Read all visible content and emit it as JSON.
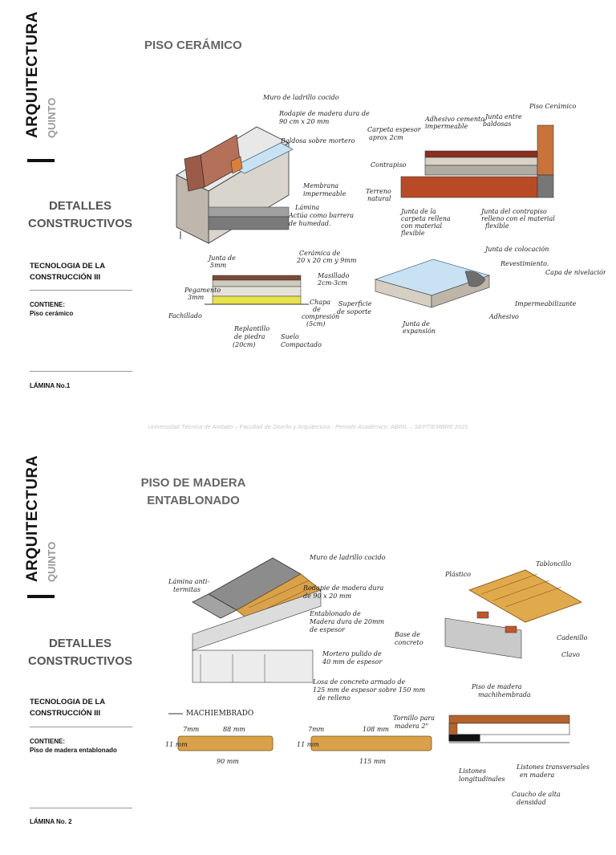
{
  "sheet1": {
    "vertical_title": "ARQUITECTURA",
    "vertical_subtitle": "QUINTO",
    "heading": "PISO CERÁMICO",
    "section_title": "DETALLES CONSTRUCTIVOS",
    "course": "TECNOLOGIA DE LA CONSTRUCCIÓN III",
    "contiene_label": "CONTIENE:",
    "contiene_value": "Piso cerámico",
    "lamina": "LÁMINA No.1",
    "labels": {
      "muro": "Muro de ladrillo cocido",
      "rodapie1": "Rodapie de madera dura de",
      "rodapie2": "90 cm x 20 mm",
      "baldosa": "Baldosa sobre mortero",
      "membrana1": "Membrana",
      "membrana2": "impermeable",
      "lamina1": "Lámina",
      "lamina2": "Actúa como barrera",
      "lamina3": "de humedad.",
      "adhesivo1": "Adhesivo cemento",
      "adhesivo2": "impermeable",
      "junta_baldosas1": "Junta entre",
      "junta_baldosas2": "baldosas",
      "piso_ceramico": "Piso Cerámico",
      "carpeta1": "Carpeta espesor",
      "carpeta2": "aprox 2cm",
      "contrapiso": "Contrapiso",
      "terreno1": "Terreno",
      "terreno2": "natural",
      "junta_carpeta1": "Junta de la",
      "junta_carpeta2": "carpeta rellena",
      "junta_carpeta3": "con material",
      "junta_carpeta4": "flexible",
      "junta_contrapiso1": "Junta del contrapiso",
      "junta_contrapiso2": "relleno con el material",
      "junta_contrapiso3": "flexible",
      "junta5_1": "Junta de",
      "junta5_2": "5mm",
      "ceramica1": "Cerámica de",
      "ceramica2": "20 x 20 cm y 9mm",
      "pegamento1": "Pegamento",
      "pegamento2": "3mm",
      "masillado1": "Masillado",
      "masillado2": "2cm-3cm",
      "fachillado": "Fachillado",
      "chapa1": "Chapa",
      "chapa2": "de",
      "chapa3": "compresión",
      "chapa4": "(5cm)",
      "replantillo1": "Replantillo",
      "replantillo2": "de piedra",
      "replantillo3": "(20cm)",
      "suelo1": "Suelo",
      "suelo2": "Compactado",
      "superficie1": "Superficie",
      "superficie2": "de soporte",
      "junta_expansion1": "Junta de",
      "junta_expansion2": "expansión",
      "junta_colocacion": "Junta de colocación",
      "revestimiento": "Revestimiento.",
      "capa_nivelacion": "Capa de nivelación",
      "impermeabilizante": "Impermeabilizante",
      "adhesivo_b": "Adhesivo"
    }
  },
  "footer": "Universidad Técnica de Ambato – Facultad de Diseño y Arquitectura - Periodo Académico: ABRIL – SEPTIEMBRE 2021",
  "sheet2": {
    "vertical_title": "ARQUITECTURA",
    "vertical_subtitle": "QUINTO",
    "heading_line1": "PISO DE MADERA",
    "heading_line2": "ENTABLONADO",
    "section_title": "DETALLES CONSTRUCTIVOS",
    "course": "TECNOLOGIA DE LA CONSTRUCCIÓN III",
    "contiene_label": "CONTIENE:",
    "contiene_value": "Piso de madera entablonado",
    "lamina": "LÁMINA No. 2",
    "labels": {
      "muro": "Muro de ladrillo cocido",
      "lamina_ant1": "Lámina anti-",
      "lamina_ant2": "termitas",
      "rodapie1": "Rodapie de madera dura",
      "rodapie2": "de 90 x 20 mm",
      "entablonado1": "Entablonado de",
      "entablonado2": "Madera dura de 20mm",
      "entablonado3": "de espesor",
      "mortero1": "Mortero pulido de",
      "mortero2": "40 mm de espesor",
      "losa1": "Losa de concreto armado de",
      "losa2": "125 mm de espesor sobre 150 mm",
      "losa3": "de relleno",
      "plastico": "Plástico",
      "tabloncillo": "Tabloncillo",
      "base1": "Base de",
      "base2": "concreto",
      "cadenillo": "Cadenillo",
      "clavo": "Clavo",
      "machiembrado": "MACHIEMBRADO",
      "m_7mm_a": "7mm",
      "m_88mm": "88 mm",
      "m_11mm_a": "11 mm",
      "m_90mm": "90 mm",
      "m_7mm_b": "7mm",
      "m_108mm": "108 mm",
      "m_11mm_b": "11 mm",
      "m_115mm": "115 mm",
      "tornillo1": "Tornillo para",
      "tornillo2": "madera 2\"",
      "piso_madera1": "Piso de madera",
      "piso_madera2": "machihembrada",
      "listones_long1": "Listones",
      "listones_long2": "longitudinales",
      "listones_trans1": "Listones transversales",
      "listones_trans2": "en madera",
      "caucho1": "Caucho de alta",
      "caucho2": "densidad"
    }
  }
}
